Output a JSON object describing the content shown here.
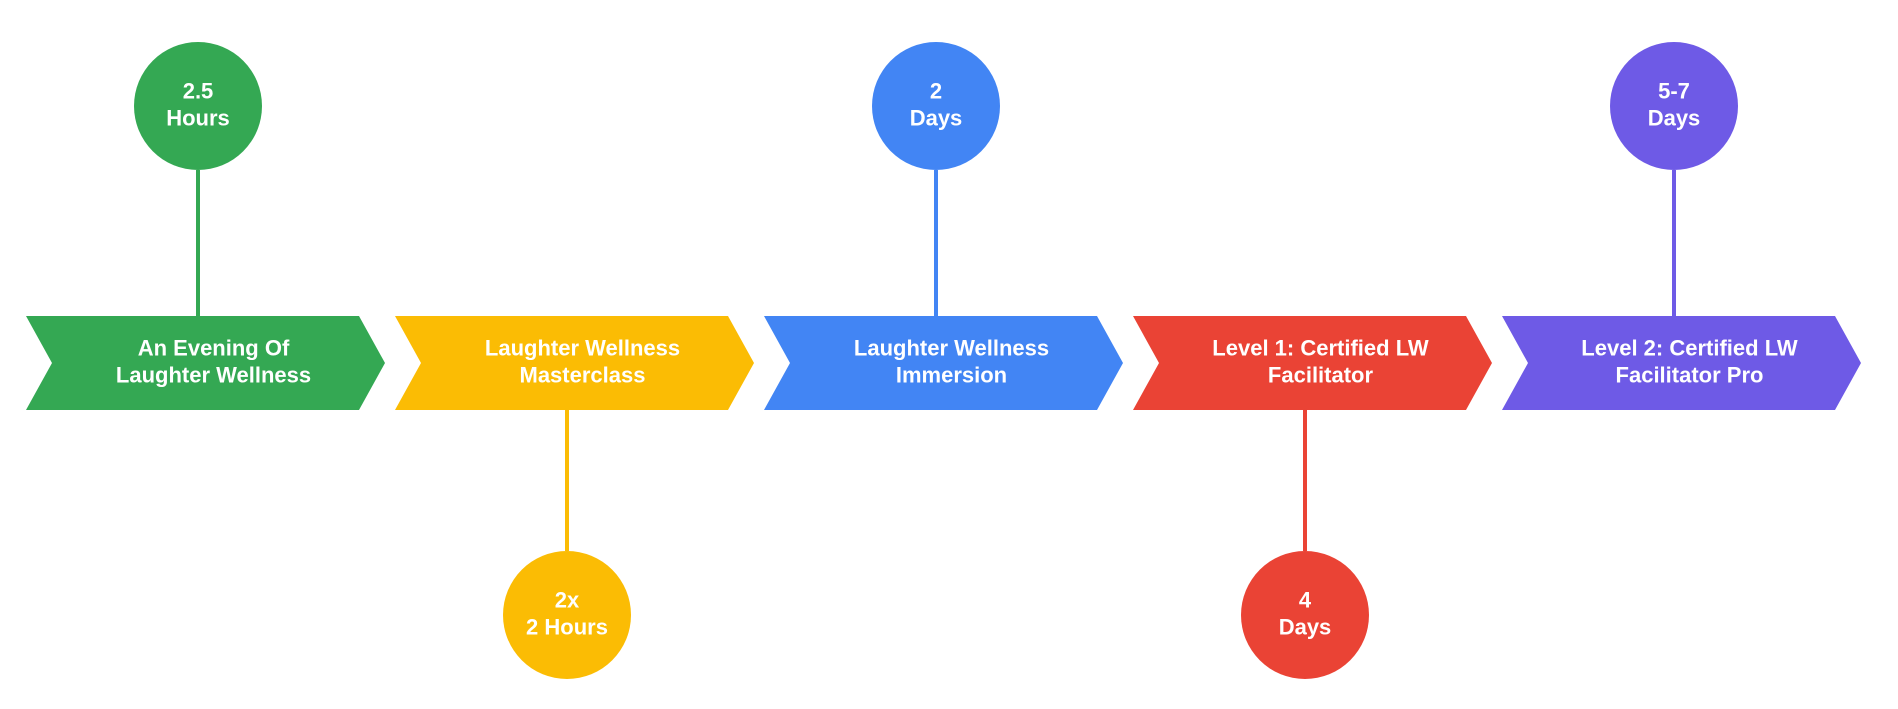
{
  "steps": [
    {
      "title_lines": [
        "An Evening Of",
        "Laughter Wellness"
      ],
      "duration_lines": [
        "2.5",
        "Hours"
      ],
      "bubble_side": "top",
      "color": "#34A853"
    },
    {
      "title_lines": [
        "Laughter Wellness",
        "Masterclass"
      ],
      "duration_lines": [
        "2x",
        "2 Hours"
      ],
      "bubble_side": "bottom",
      "color": "#FBBC04"
    },
    {
      "title_lines": [
        "Laughter Wellness",
        "Immersion"
      ],
      "duration_lines": [
        "2",
        "Days"
      ],
      "bubble_side": "top",
      "color": "#4285F4"
    },
    {
      "title_lines": [
        "Level 1: Certified LW",
        "Facilitator"
      ],
      "duration_lines": [
        "4",
        "Days"
      ],
      "bubble_side": "bottom",
      "color": "#EA4335"
    },
    {
      "title_lines": [
        "Level 2: Certified LW",
        "Facilitator Pro"
      ],
      "duration_lines": [
        "5-7",
        "Days"
      ],
      "bubble_side": "top",
      "color": "#6E5AE6"
    }
  ]
}
